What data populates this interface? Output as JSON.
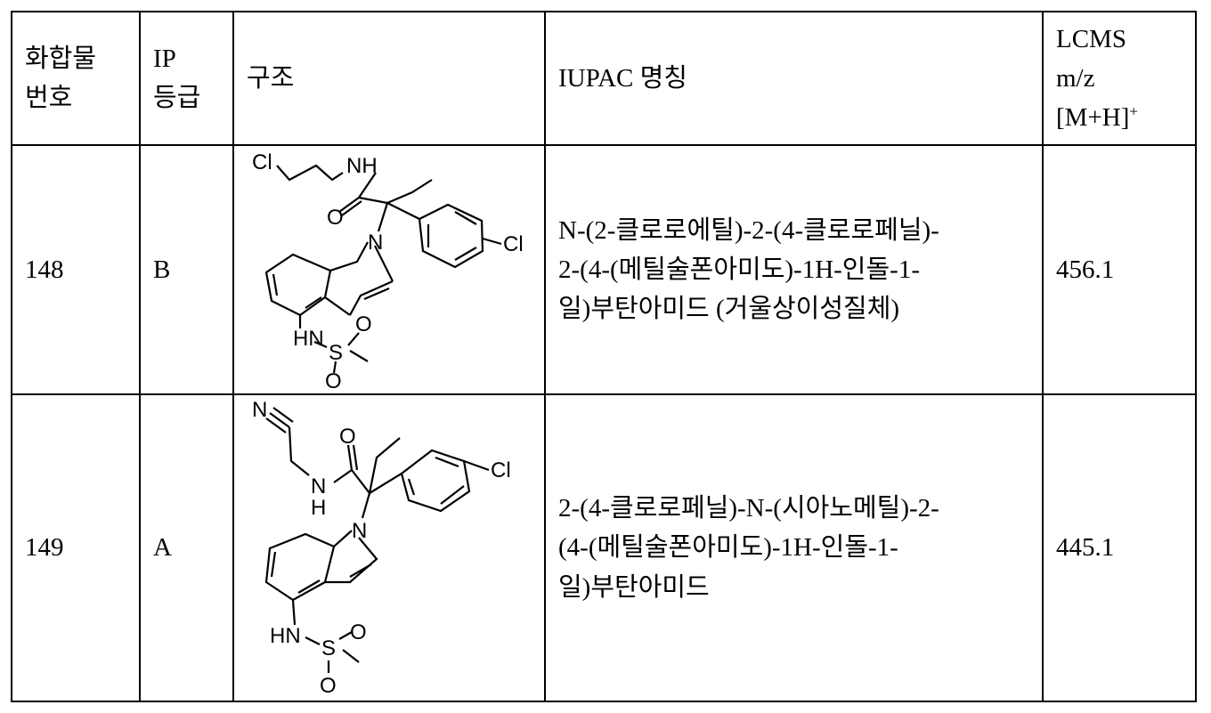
{
  "table": {
    "headers": {
      "compound_no_line1": "화합물",
      "compound_no_line2": "번호",
      "ip_line1": "IP",
      "ip_line2": "등급",
      "structure": "구조",
      "iupac": "IUPAC 명칭",
      "lcms_line1": "LCMS",
      "lcms_line2": "m/z",
      "lcms_line3": "[M+H]",
      "lcms_sup": "+"
    },
    "rows": [
      {
        "compound_no": "148",
        "ip_grade": "B",
        "iupac_line1": "N-(2-클로로에틸)-2-(4-클로로페닐)-",
        "iupac_line2": "2-(4-(메틸술폰아미도)-1H-인돌-1-",
        "iupac_line3": "일)부탄아미드 (거울상이성질체)",
        "lcms": "456.1",
        "structure_labels": {
          "cl_left": "Cl",
          "nh": "NH",
          "o": "O",
          "n_ring": "N",
          "cl_right": "Cl",
          "hn": "HN",
          "s": "S",
          "o_top": "O",
          "o_bottom": "O"
        }
      },
      {
        "compound_no": "149",
        "ip_grade": "A",
        "iupac_line1": "2-(4-클로로페닐)-N-(시아노메틸)-2-",
        "iupac_line2": "(4-(메틸술폰아미도)-1H-인돌-1-",
        "iupac_line3": "일)부탄아미드",
        "lcms": "445.1",
        "structure_labels": {
          "n_nitrile": "N",
          "o": "O",
          "n_amide": "N",
          "h_amide": "H",
          "n_ring": "N",
          "cl": "Cl",
          "hn": "HN",
          "s": "S",
          "o_top": "O",
          "o_bottom": "O"
        }
      }
    ]
  }
}
